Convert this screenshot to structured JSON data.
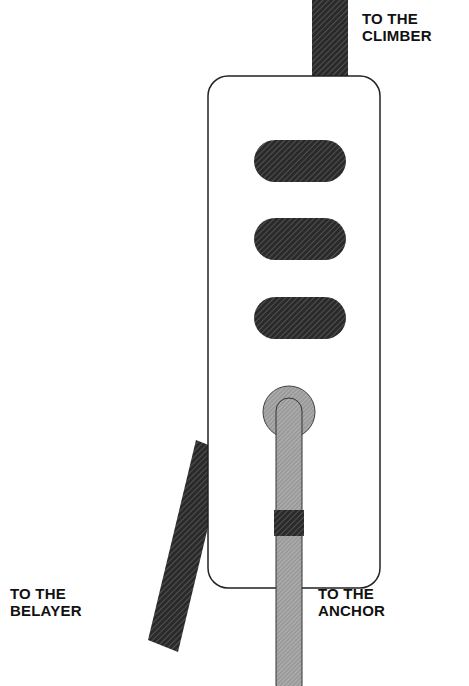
{
  "diagram": {
    "labels": [
      "TO THE CLIMBER",
      "TO THE BELAYER",
      "TO THE ANCHOR"
    ]
  }
}
